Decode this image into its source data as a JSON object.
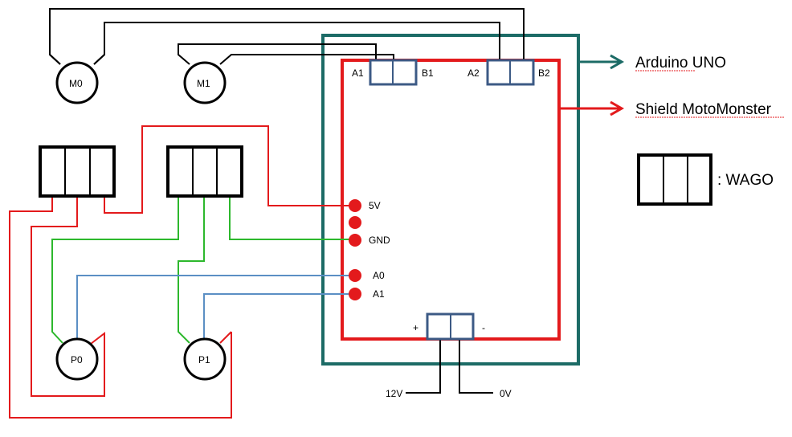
{
  "colors": {
    "arduino": "#1c6b66",
    "shield": "#e31a1c",
    "wire_red": "#e31a1c",
    "wire_green": "#2db82d",
    "wire_blue": "#5b8fc4",
    "wire_black": "#000000",
    "connector": "#3c5a85"
  },
  "components": {
    "m0": "M0",
    "m1": "M1",
    "p0": "P0",
    "p1": "P1"
  },
  "shield_pins": {
    "a1": "A1",
    "b1": "B1",
    "a2": "A2",
    "b2": "B2",
    "v5": "5V",
    "gnd": "GND",
    "a0_in": "A0",
    "a1_in": "A1",
    "plus": "+",
    "minus": "-"
  },
  "power": {
    "v12": "12V",
    "v0": "0V"
  },
  "legend": {
    "arduino_label": "Arduino UNO",
    "shield_label": "Shield MotoMonster",
    "wago_label": ": WAGO"
  }
}
